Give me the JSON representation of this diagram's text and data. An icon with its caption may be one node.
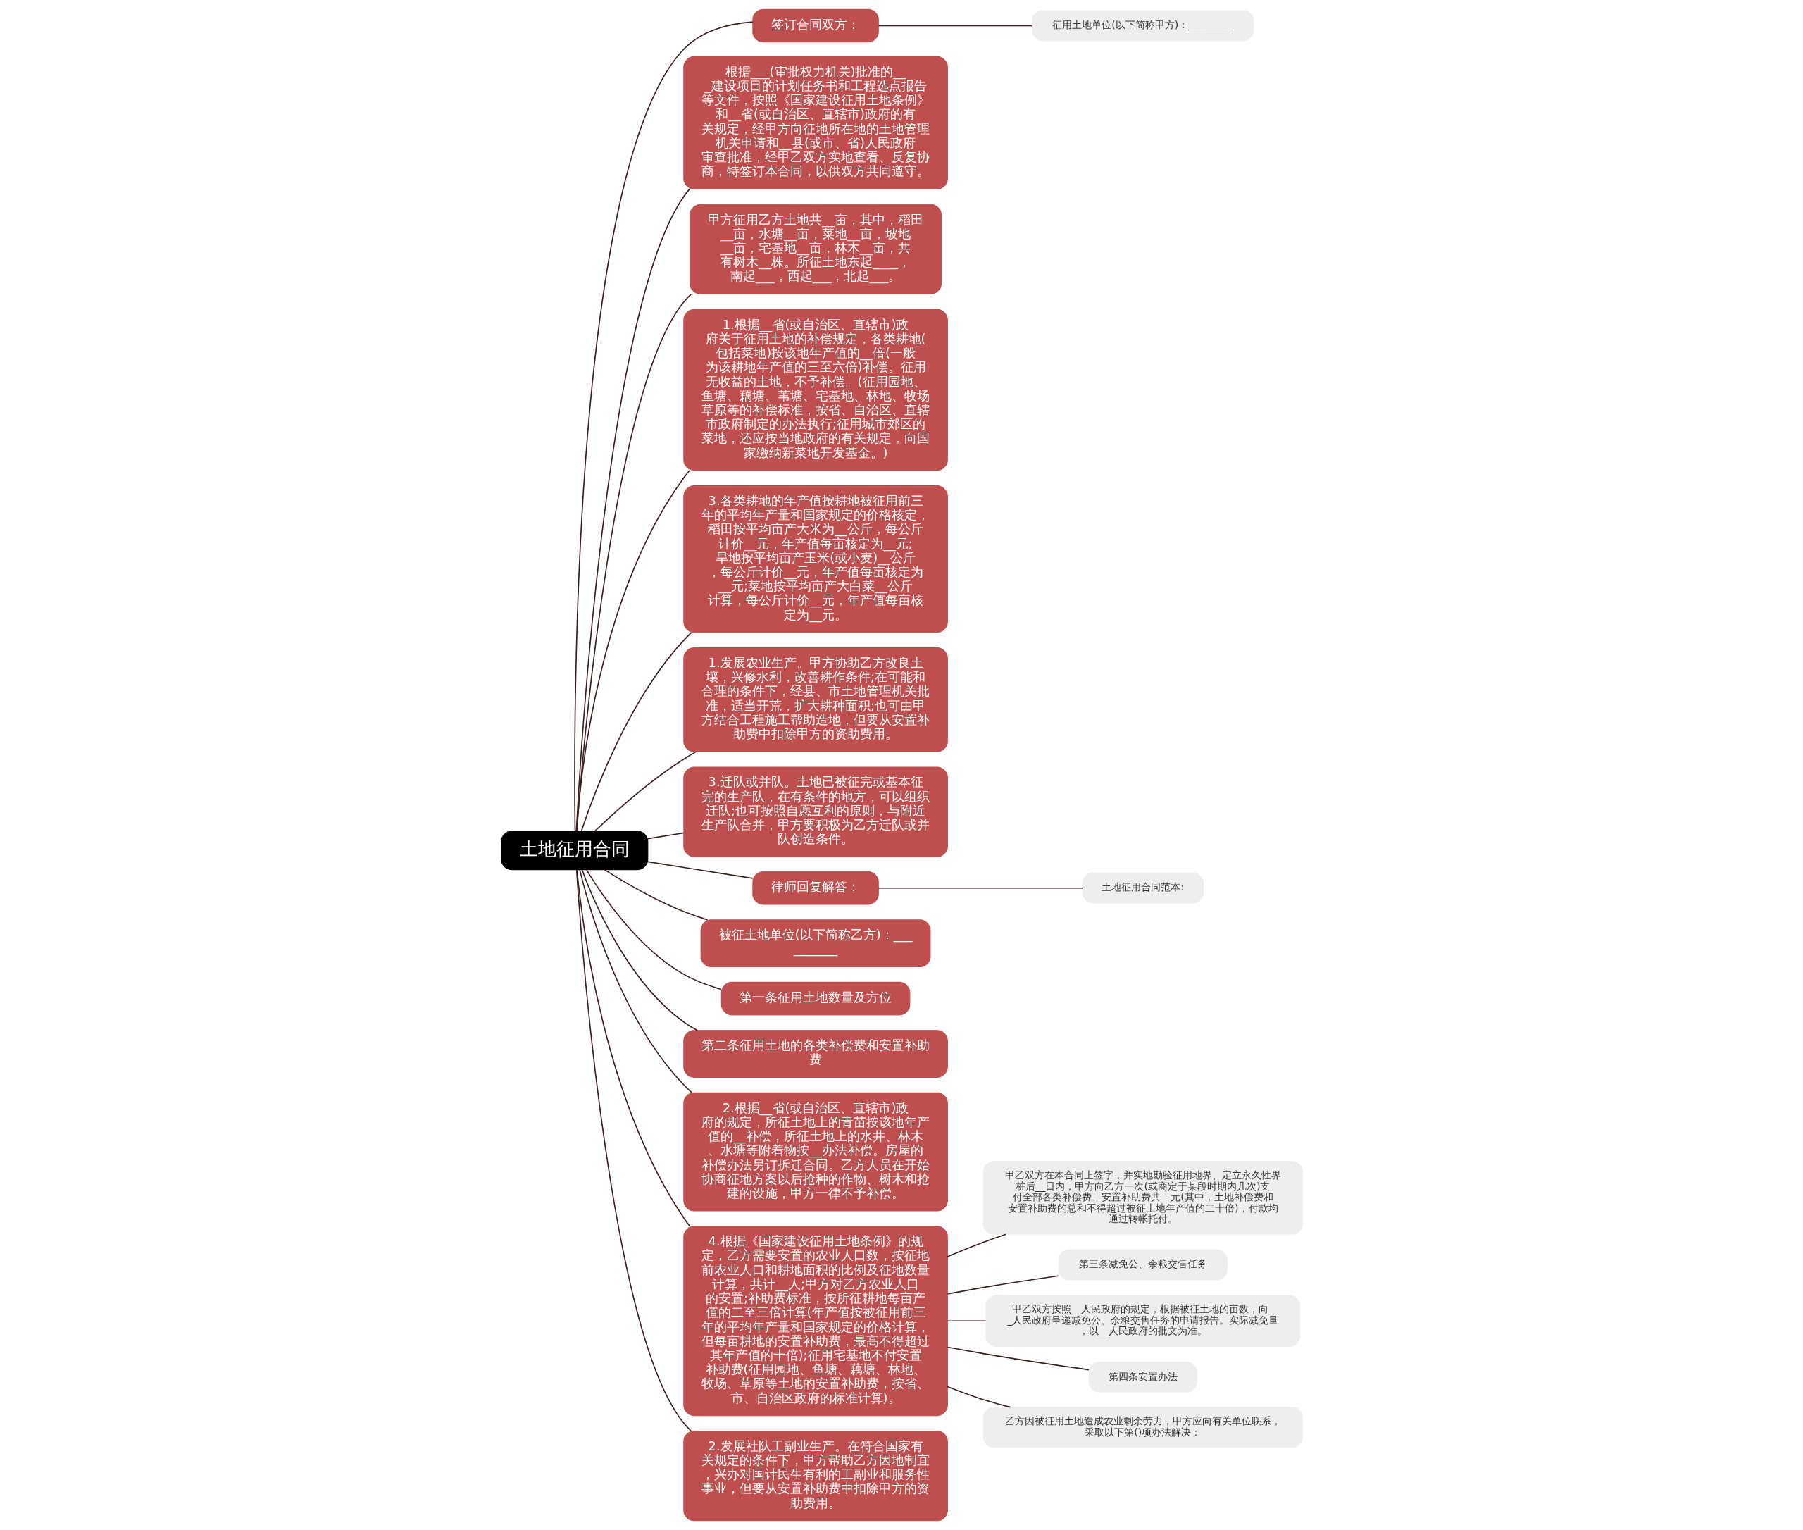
{
  "diagram": {
    "nodes": [
      {
        "text": [
          "土地征用合同"
        ]
      },
      {
        "text": [
          "签订合同双方："
        ]
      },
      {
        "text": [
          "征用土地单位(以下简称甲方)：_________"
        ]
      },
      {
        "text": [
          "根据___(审批权力机关)批准的___建设项目的计划任务书和工程选点报告等文件，按照《国家建设征用土地条例》和__省(或自治区、直辖市)政府的有关规定，经甲方向征地所在地的土地管理机关申请和__县(或市、省)人民政府审查批准，经甲乙双方实地查看、反复协商，特签订本合同，以供双方共同遵守。"
        ]
      },
      {
        "text": [
          "甲方征用乙方土地共__亩，其中，稻田__亩，水塘__亩，菜地__亩，坡地__亩，宅基地__亩，林木__亩，共有树木__株。所征土地东起____，南起___，西起___，北起___。"
        ]
      },
      {
        "text": [
          "1.根据__省(或自治区、直辖市)政府关于征用土地的补偿规定，各类耕地(包括菜地)按该地年产值的__倍(一般为该耕地年产值的三至六倍)补偿。征用无收益的土地，不予补偿。(征用园地、鱼塘、藕塘、苇塘、宅基地、林地、牧场草原等的补偿标准，按省、自治区、直辖市政府制定的办法执行;征用城市郊区的菜地，还应按当地政府的有关规定，向国家缴纳新菜地开发基金。)"
        ]
      },
      {
        "text": [
          "3.各类耕地的年产值按耕地被征用前三年的平均年产量和国家规定的价格核定，稻田按平均亩产大米为__公斤，每公斤计价__元，年产值每亩核定为__元;旱地按平均亩产玉米(或小麦)__公斤，每公斤计价__元，年产值每亩核定为__元;菜地按平均亩产大白菜__公斤计算，每公斤计价__元，年产值每亩核定为__元。"
        ]
      },
      {
        "text": [
          "1.发展农业生产。甲方协助乙方改良土壤，兴修水利，改善耕作条件;在可能和合理的条件下，经县、市土地管理机关批准，适当开荒，扩大耕种面积;也可由甲方结合工程施工帮助造地，但要从安置补助费中扣除甲方的资助费用。"
        ]
      },
      {
        "text": [
          "3.迁队或并队。土地已被征完或基本征完的生产队，在有条件的地方，可以组织迁队;也可按照自愿互利的原则，与附近生产队合并，甲方要积极为乙方迁队或并队创造条件。"
        ]
      },
      {
        "text": [
          "律师回复解答："
        ]
      },
      {
        "text": [
          "土地征用合同范本:"
        ]
      },
      {
        "text": [
          "被征土地单位(以下简称乙方)：__________"
        ]
      },
      {
        "text": [
          "第一条征用土地数量及方位"
        ]
      },
      {
        "text": [
          "第二条征用土地的各类补偿费和安置补助费"
        ]
      },
      {
        "text": [
          "2.根据__省(或自治区、直辖市)政府的规定，所征土地上的青苗按该地年产值的__补偿，所征土地上的水井、林木、水塘等附着物按__办法补偿。房屋的补偿办法另订拆迁合同。乙方人员在开始协商征地方案以后抢种的作物、树木和抢建的设施，甲方一律不予补偿。"
        ]
      },
      {
        "text": [
          "4.根据《国家建设征用土地条例》的规定，乙方需要安置的农业人口数，按征地前农业人口和耕地面积的比例及征地数量计算，共计__人;甲方对乙方农业人口的安置;补助费标准，按所征耕地每亩产值的二至三倍计算(年产值按被征用前三年的平均年产量和国家规定的价格计算，但每亩耕地的安置补助费，最高不得超过其年产值的十倍);征用宅基地不付安置补助费(征用园地、鱼塘、藕塘、林地、牧场、草原等土地的安置补助费，按省、市、自治区政府的标准计算)。"
        ]
      },
      {
        "text": [
          "甲乙双方在本合同上签字，并实地勘验征用地界、定立永久性界桩后__日内，甲方向乙方一次(或商定于某段时期内几次)支付全部各类补偿费、安置补助费共__元(其中，土地补偿费和安置补助费的总和不得超过被征土地年产值的二十倍)，付款均通过转帐托付。"
        ]
      },
      {
        "text": [
          "第三条减免公、余粮交售任务"
        ]
      },
      {
        "text": [
          "甲乙双方按照__人民政府的规定，根据被征土地的亩数，向__人民政府呈递减免公、余粮交售任务的申请报告。实际减免量，以__人民政府的批文为准。"
        ]
      },
      {
        "text": [
          "第四条安置办法"
        ]
      },
      {
        "text": [
          "乙方因被征用土地造成农业剩余劳力，甲方应向有关单位联系，采取以下第()项办法解决："
        ]
      },
      {
        "text": [
          "2.发展社队工副业生产。在符合国家有关规定的条件下，甲方帮助乙方因地制宜，兴办对国计民生有利的工副业和服务性事业，但要从安置补助费中扣除甲方的资助费用。"
        ]
      }
    ],
    "edges": [
      {
        "from": 0,
        "to": 1,
        "arrow": "none"
      },
      {
        "from": 1,
        "to": 2,
        "arrow": "none"
      },
      {
        "from": 0,
        "to": 3,
        "arrow": "none"
      },
      {
        "from": 0,
        "to": 4,
        "arrow": "none"
      },
      {
        "from": 0,
        "to": 5,
        "arrow": "none"
      },
      {
        "from": 0,
        "to": 6,
        "arrow": "none"
      },
      {
        "from": 0,
        "to": 7,
        "arrow": "none"
      },
      {
        "from": 0,
        "to": 8,
        "arrow": "none"
      },
      {
        "from": 0,
        "to": 9,
        "arrow": "none"
      },
      {
        "from": 9,
        "to": 10,
        "arrow": "none"
      },
      {
        "from": 0,
        "to": 11,
        "arrow": "none"
      },
      {
        "from": 0,
        "to": 12,
        "arrow": "none"
      },
      {
        "from": 0,
        "to": 13,
        "arrow": "none"
      },
      {
        "from": 0,
        "to": 14,
        "arrow": "none"
      },
      {
        "from": 0,
        "to": 15,
        "arrow": "none"
      },
      {
        "from": 15,
        "to": 16,
        "arrow": "none"
      },
      {
        "from": 15,
        "to": 17,
        "arrow": "none"
      },
      {
        "from": 15,
        "to": 18,
        "arrow": "none"
      },
      {
        "from": 15,
        "to": 19,
        "arrow": "none"
      },
      {
        "from": 15,
        "to": 20,
        "arrow": "none"
      },
      {
        "from": 0,
        "to": 21,
        "arrow": "none"
      }
    ]
  }
}
